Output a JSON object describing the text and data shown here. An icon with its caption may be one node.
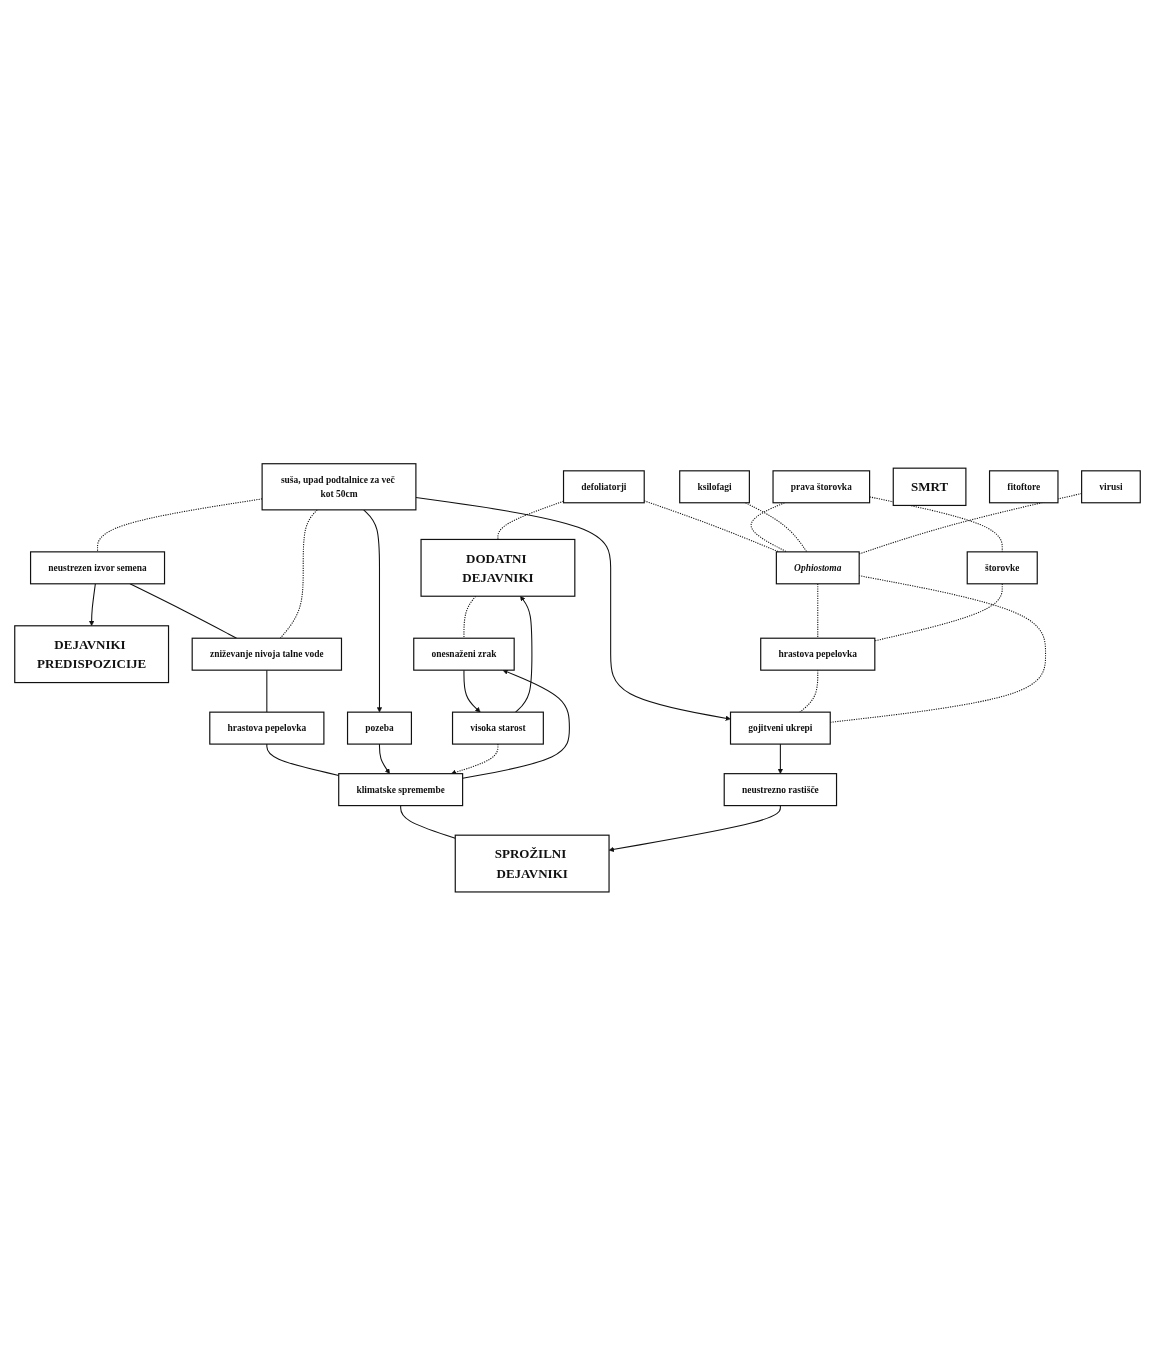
{
  "diagram": {
    "nodes": [
      {
        "text": [
          "DEJAVNIKI PREDISPOZICIJE"
        ]
      },
      {
        "text": [
          "SPROŽILNI DEJAVNIKI"
        ]
      },
      {
        "text": [
          "neustrezno rastišče"
        ]
      },
      {
        "text": [
          "DODATNI DEJAVNIKI"
        ]
      },
      {
        "text": [
          "visoka starost"
        ]
      },
      {
        "text": [
          "prava štorovka"
        ]
      },
      {
        "text": [
          "defoliatorji"
        ]
      },
      {
        "text": [
          "onesnaženi zrak"
        ]
      },
      {
        "text": [
          "ksilofagi"
        ]
      },
      {
        "text": [
          "gojitveni ukrepi"
        ]
      },
      {
        "text": [
          "Ophiostoma"
        ]
      },
      {
        "text": [
          "virusi"
        ]
      },
      {
        "text": [
          "klimatske spremembe"
        ]
      },
      {
        "text": [
          "SMRT"
        ]
      },
      {
        "text": [
          "hrastova pepelovka"
        ]
      },
      {
        "text": [
          "štorovke"
        ]
      },
      {
        "text": [
          "pozeba"
        ]
      },
      {
        "text": [
          "fitoftore"
        ]
      },
      {
        "text": [
          "suša, upad podtalnice za več kot 50cm"
        ]
      },
      {
        "text": [
          "hrastova pepelovka"
        ]
      },
      {
        "text": [
          "neustrezen izvor semena"
        ]
      },
      {
        "text": [
          "zniževanje nivoja talne vode"
        ]
      }
    ],
    "edges": [
      {
        "from": 20,
        "to": 0,
        "arrow": "to"
      },
      {
        "from": 20,
        "to": 21,
        "arrow": "none"
      },
      {
        "from": 21,
        "to": 19,
        "arrow": "none"
      },
      {
        "from": 19,
        "to": 12,
        "arrow": "none"
      },
      {
        "from": 12,
        "to": 1,
        "arrow": "none"
      },
      {
        "from": 2,
        "to": 1,
        "arrow": "to"
      },
      {
        "from": 9,
        "to": 2,
        "arrow": "to"
      },
      {
        "from": 18,
        "to": 9,
        "arrow": "to"
      },
      {
        "from": 4,
        "to": 3,
        "arrow": "to"
      },
      {
        "from": 7,
        "to": 4,
        "arrow": "to"
      },
      {
        "from": 12,
        "to": 7,
        "arrow": "to"
      },
      {
        "from": 16,
        "to": 12,
        "arrow": "to"
      },
      {
        "from": 18,
        "to": 16,
        "arrow": "to"
      },
      {
        "from": 6,
        "to": 3,
        "arrow": "none",
        "style": "dashed"
      },
      {
        "from": 3,
        "to": 7,
        "arrow": "none",
        "style": "dashed"
      },
      {
        "from": 4,
        "to": 12,
        "arrow": "to",
        "style": "dashed"
      },
      {
        "from": 6,
        "to": 10,
        "arrow": "none",
        "style": "dashed"
      },
      {
        "from": 5,
        "to": 10,
        "arrow": "none",
        "style": "dashed"
      },
      {
        "from": 8,
        "to": 10,
        "arrow": "none",
        "style": "dashed"
      },
      {
        "from": 11,
        "to": 10,
        "arrow": "none",
        "style": "dashed"
      },
      {
        "from": 9,
        "to": 10,
        "arrow": "none",
        "style": "dashed"
      },
      {
        "from": 10,
        "to": 14,
        "arrow": "none",
        "style": "dashed"
      },
      {
        "from": 5,
        "to": 15,
        "arrow": "none",
        "style": "dashed"
      },
      {
        "from": 15,
        "to": 14,
        "arrow": "none",
        "style": "dashed"
      },
      {
        "from": 14,
        "to": 9,
        "arrow": "none",
        "style": "dashed"
      },
      {
        "from": 18,
        "to": 20,
        "arrow": "none",
        "style": "dashed"
      },
      {
        "from": 18,
        "to": 21,
        "arrow": "none",
        "style": "dashed"
      }
    ]
  }
}
